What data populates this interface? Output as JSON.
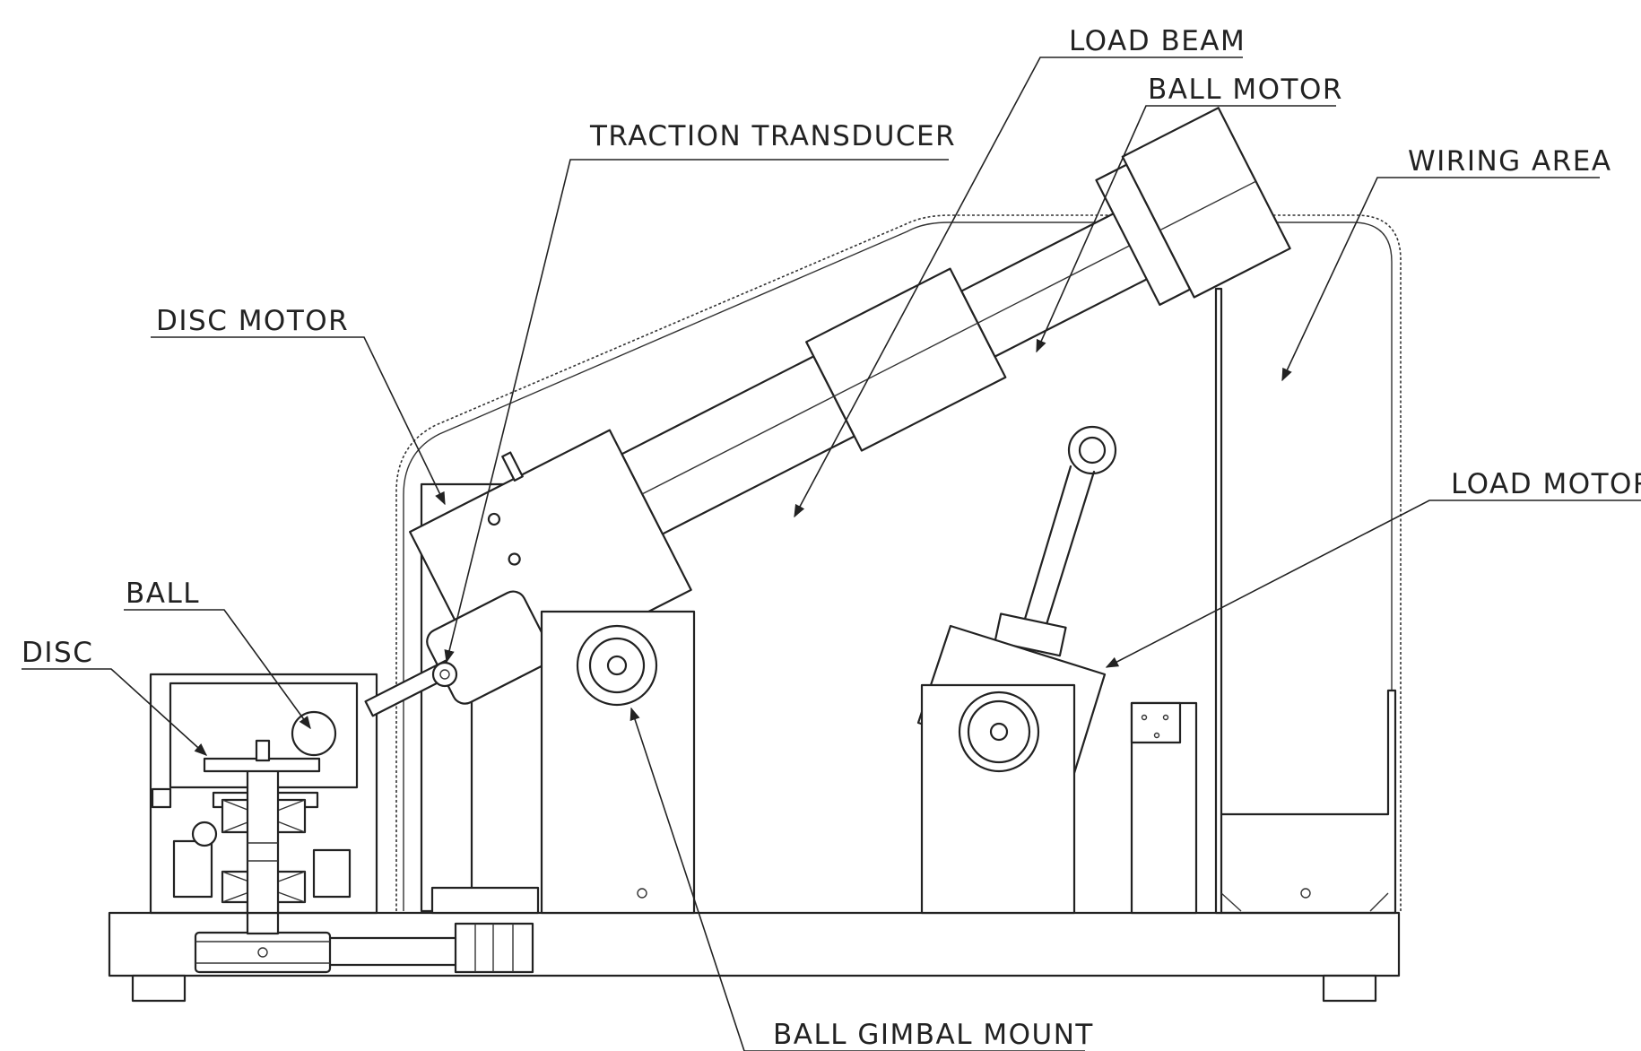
{
  "labels": {
    "load_beam": "LOAD BEAM",
    "ball_motor": "BALL MOTOR",
    "traction_transducer": "TRACTION TRANSDUCER",
    "wiring_area": "WIRING AREA",
    "disc_motor": "DISC MOTOR",
    "load_motor": "LOAD MOTOR",
    "ball": "BALL",
    "disc": "DISC",
    "ball_gimbal_mount": "BALL GIMBAL MOUNT"
  },
  "colors": {
    "line": "#222222",
    "background": "#ffffff"
  }
}
